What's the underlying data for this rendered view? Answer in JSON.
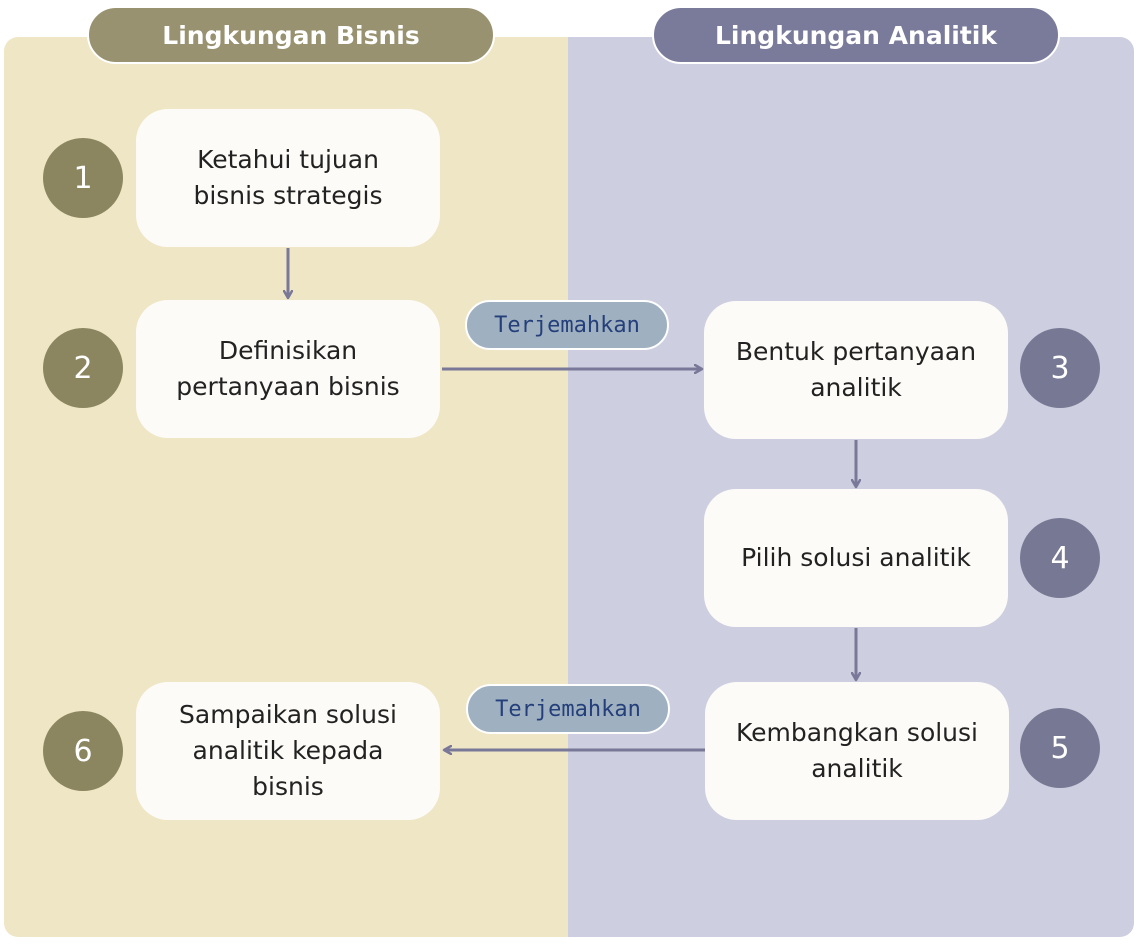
{
  "headers": {
    "business": "Lingkungan Bisnis",
    "analytics": "Lingkungan Analitik"
  },
  "steps": [
    {
      "number": "1",
      "label": "Ketahui tujuan\nbisnis strategis"
    },
    {
      "number": "2",
      "label": "Definisikan\npertanyaan bisnis"
    },
    {
      "number": "3",
      "label": "Bentuk pertanyaan\nanalitik"
    },
    {
      "number": "4",
      "label": "Pilih solusi analitik"
    },
    {
      "number": "5",
      "label": "Kembangkan solusi\nanalitik"
    },
    {
      "number": "6",
      "label": "Sampaikan solusi\nanalitik kepada\nbisnis"
    }
  ],
  "connectors": {
    "translate_forward": "Terjemahkan",
    "translate_back": "Terjemahkan"
  },
  "colors": {
    "business_panel": "#efe6c6",
    "analytics_panel": "#cdcee0",
    "business_accent": "#999270",
    "analytics_accent": "#7a7b9a",
    "arrow": "#7a7898",
    "pill": "#9fb1c0",
    "pill_text": "#243f7a"
  }
}
